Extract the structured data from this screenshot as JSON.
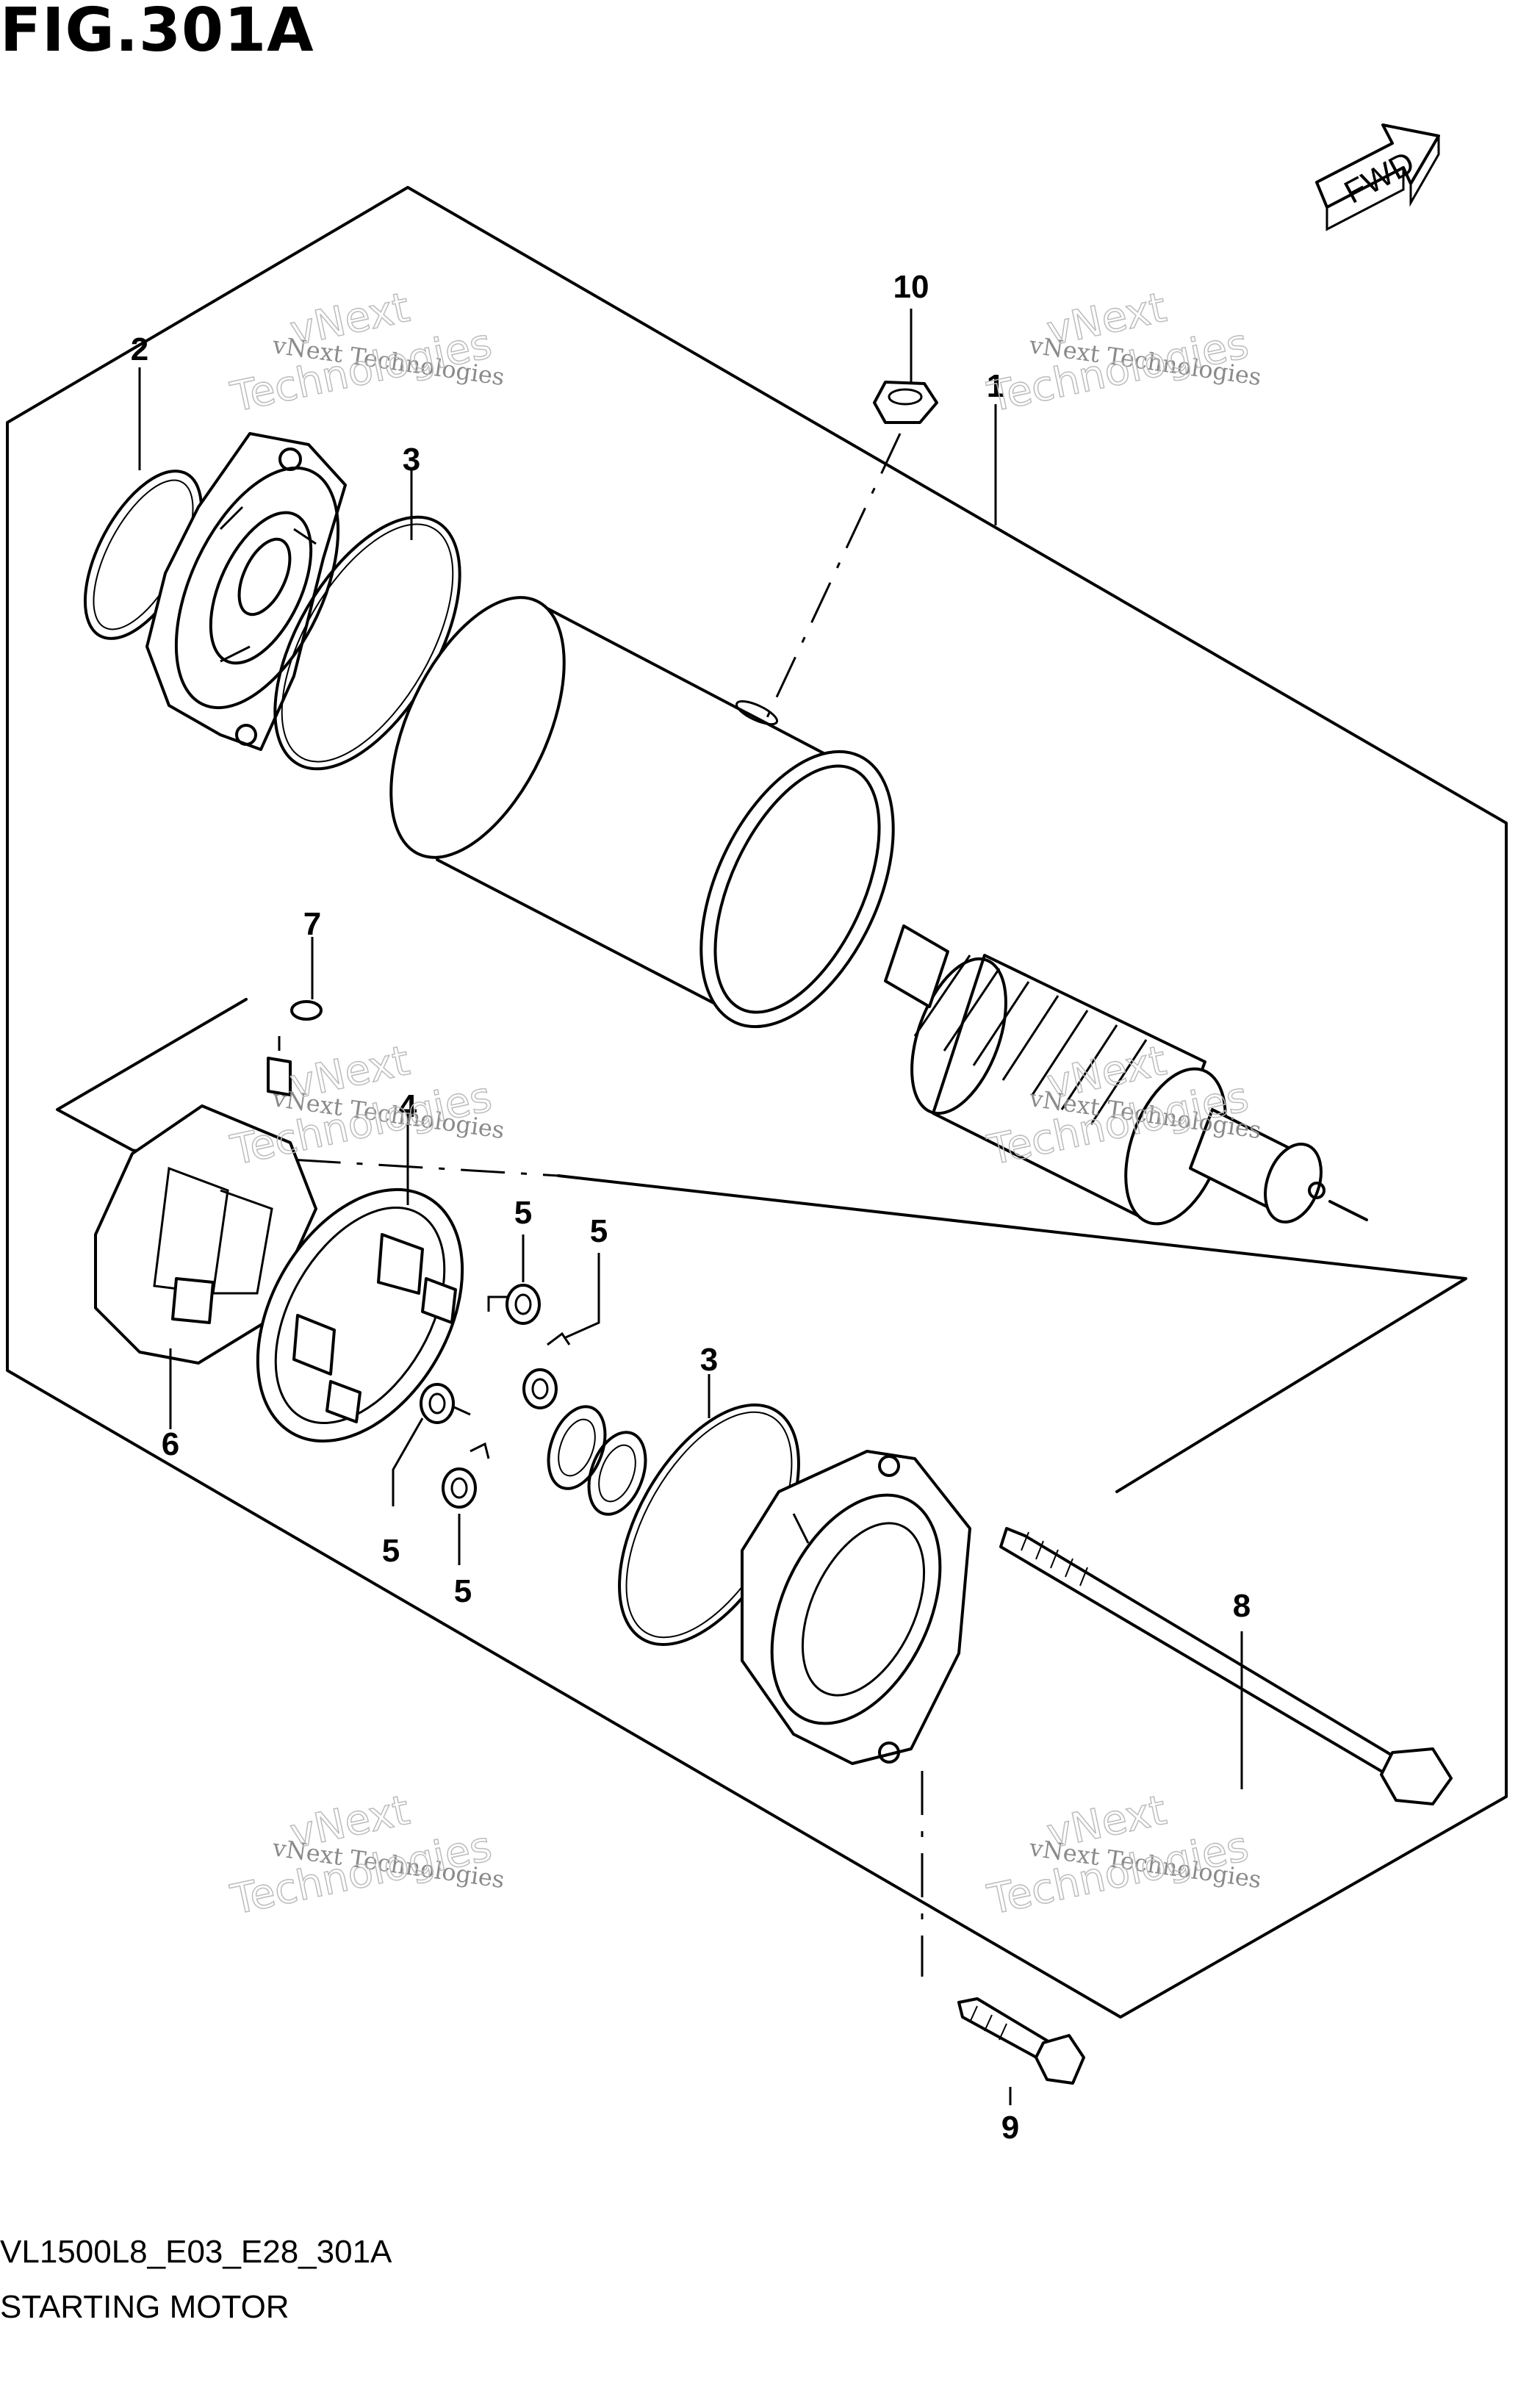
{
  "figure": {
    "title": "FIG.301A",
    "code": "VL1500L8_E03_E28_301A",
    "caption": "STARTING MOTOR"
  },
  "direction": {
    "label": "FWD"
  },
  "watermark": {
    "small": "vNext Technologies",
    "big_top": "vNext",
    "big_bottom": "Technologies"
  },
  "parts": [
    {
      "ref": "1"
    },
    {
      "ref": "2"
    },
    {
      "ref": "3"
    },
    {
      "ref": "3"
    },
    {
      "ref": "4"
    },
    {
      "ref": "5"
    },
    {
      "ref": "5"
    },
    {
      "ref": "5"
    },
    {
      "ref": "5"
    },
    {
      "ref": "6"
    },
    {
      "ref": "7"
    },
    {
      "ref": "8"
    },
    {
      "ref": "9"
    },
    {
      "ref": "10"
    }
  ]
}
